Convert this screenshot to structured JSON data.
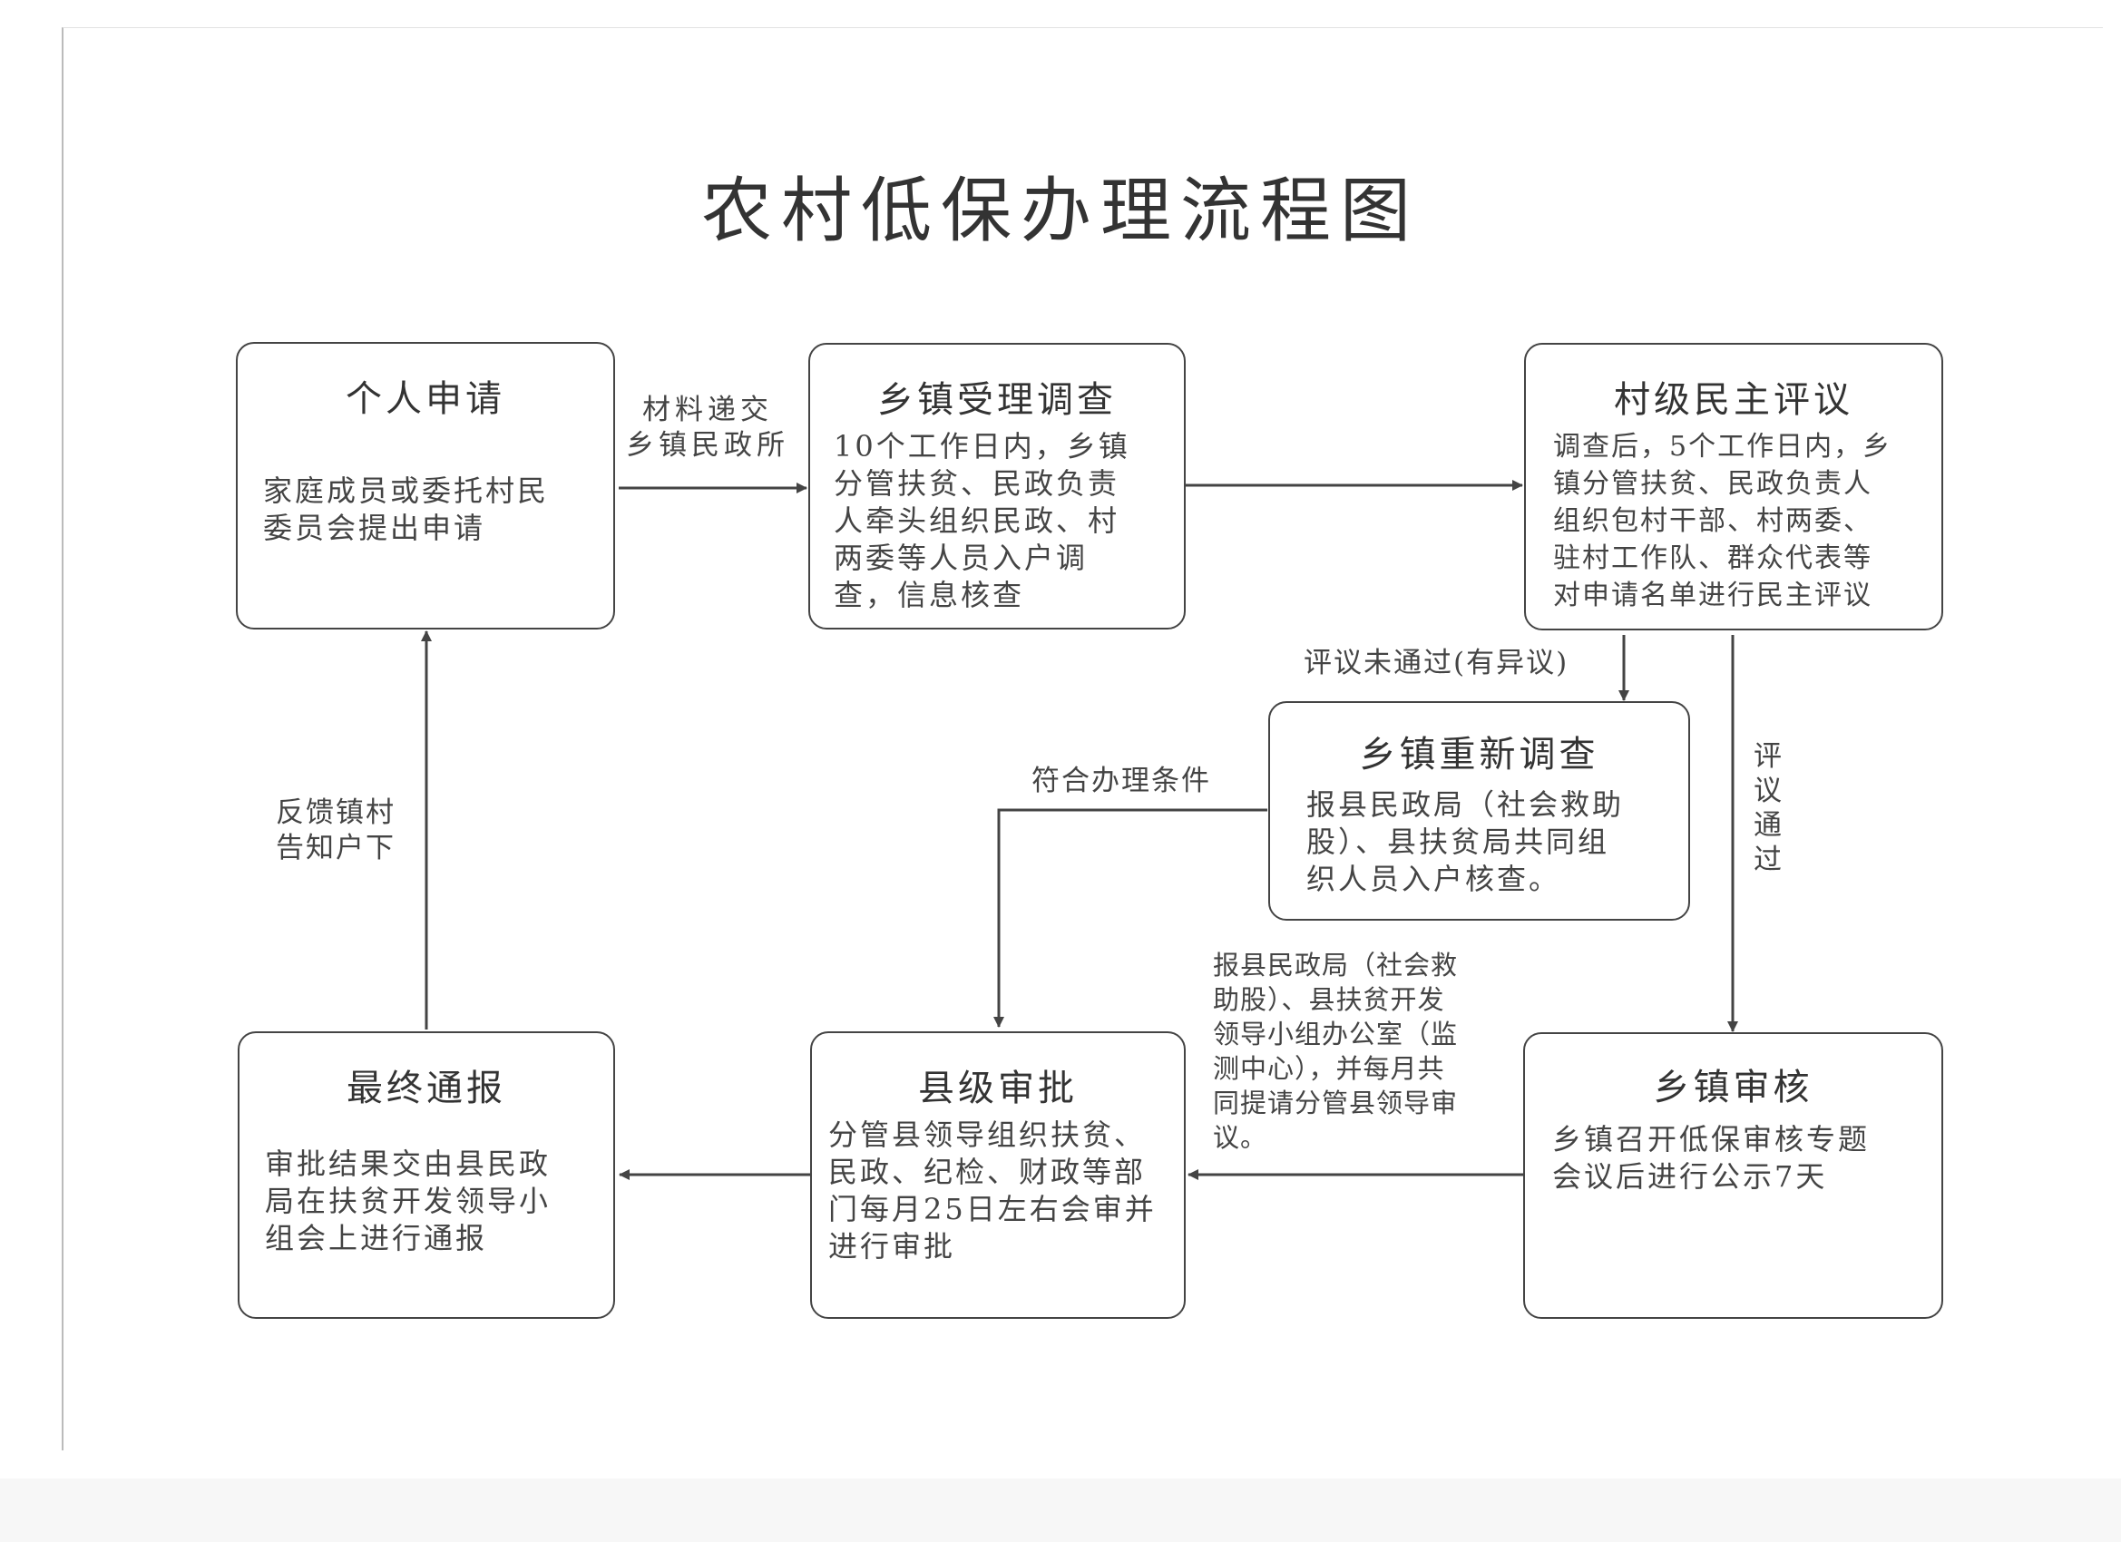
{
  "title": "农村低保办理流程图",
  "steps": {
    "personal": {
      "title": "个人申请",
      "text": "家庭成员或委托村民\n委员会提出申请"
    },
    "town_accept": {
      "title": "乡镇受理调查",
      "text": "10个工作日内，乡镇\n分管扶贫、民政负责\n人牵头组织民政、村\n两委等人员入户调\n查，信息核查"
    },
    "village_review": {
      "title": "村级民主评议",
      "text": "调查后，5个工作日内，乡\n镇分管扶贫、民政负责人\n组织包村干部、村两委、\n驻村工作队、群众代表等\n对申请名单进行民主评议"
    },
    "town_reinvestigate": {
      "title": "乡镇重新调查",
      "text": "报县民政局（社会救助\n股）、县扶贫局共同组\n织人员入户核查。"
    },
    "town_audit": {
      "title": "乡镇审核",
      "text": "乡镇召开低保审核专题\n会议后进行公示7天"
    },
    "county_approve": {
      "title": "县级审批",
      "text": "分管县领导组织扶贫、\n民政、纪检、财政等部\n门每月25日左右会审并\n进行审批"
    },
    "final_report": {
      "title": "最终通报",
      "text": "审批结果交由县民政\n局在扶贫开发领导小\n组会上进行通报"
    }
  },
  "labels": {
    "materials": "材料递交\n乡镇民政所",
    "review_failed": "评议未通过(有异议)",
    "review_passed": "评\n议\n通\n过",
    "qualified": "符合办理条件",
    "report_county": "报县民政局（社会救\n助股）、县扶贫开发\n领导小组办公室（监\n测中心），并每月共\n同提请分管县领导审\n议。",
    "feedback": "反馈镇村\n告知户下"
  }
}
